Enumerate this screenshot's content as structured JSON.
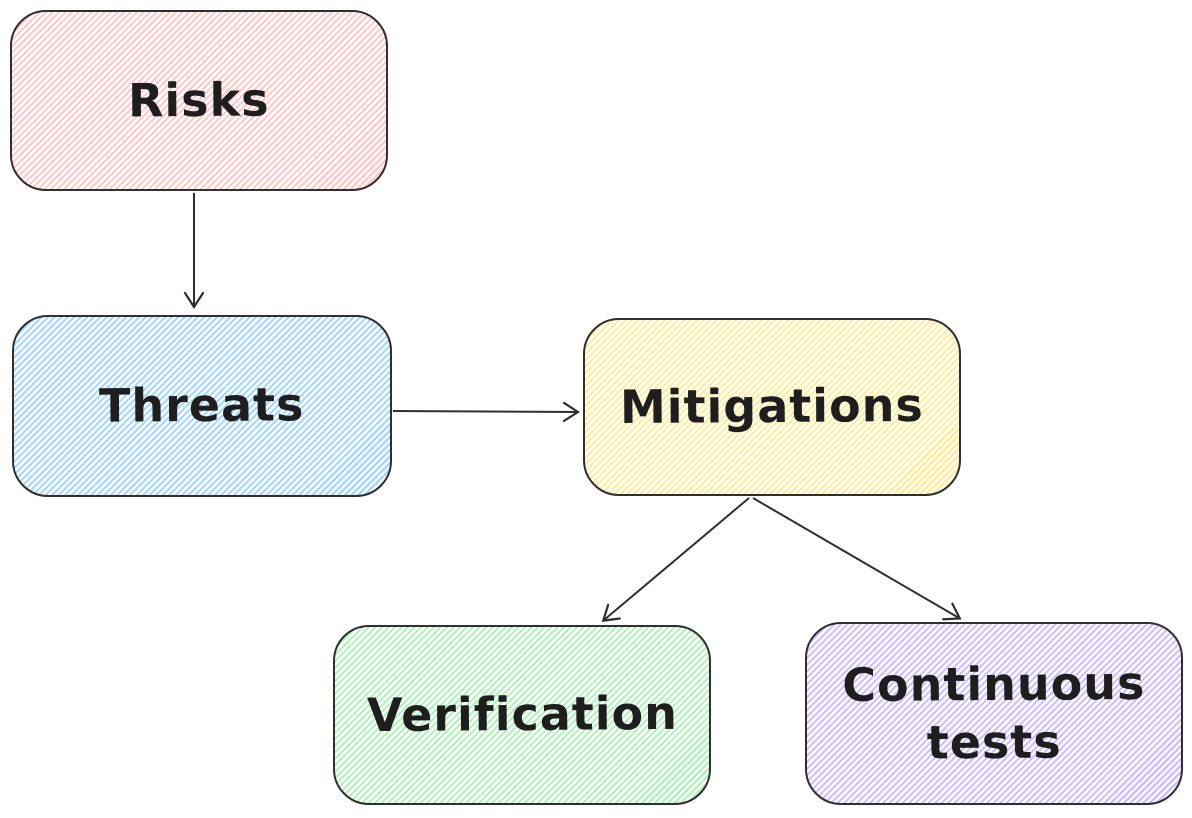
{
  "diagram": {
    "nodes": {
      "risks": {
        "label": "Risks",
        "fill": "#ffc9c9"
      },
      "threats": {
        "label": "Threats",
        "fill": "#a5d8ff"
      },
      "mitigations": {
        "label": "Mitigations",
        "fill": "#ffec99"
      },
      "verification": {
        "label": "Verification",
        "fill": "#b2f2bb"
      },
      "continuous_tests": {
        "label": "Continuous tests",
        "fill": "#d0bfff"
      }
    },
    "edges": [
      {
        "from": "Risks",
        "to": "Threats"
      },
      {
        "from": "Threats",
        "to": "Mitigations"
      },
      {
        "from": "Mitigations",
        "to": "Verification"
      },
      {
        "from": "Mitigations",
        "to": "Continuous tests"
      }
    ],
    "colors": {
      "stroke": "#2f2f2f",
      "text": "#1e1e1e",
      "canvas": "#ffffff"
    }
  }
}
